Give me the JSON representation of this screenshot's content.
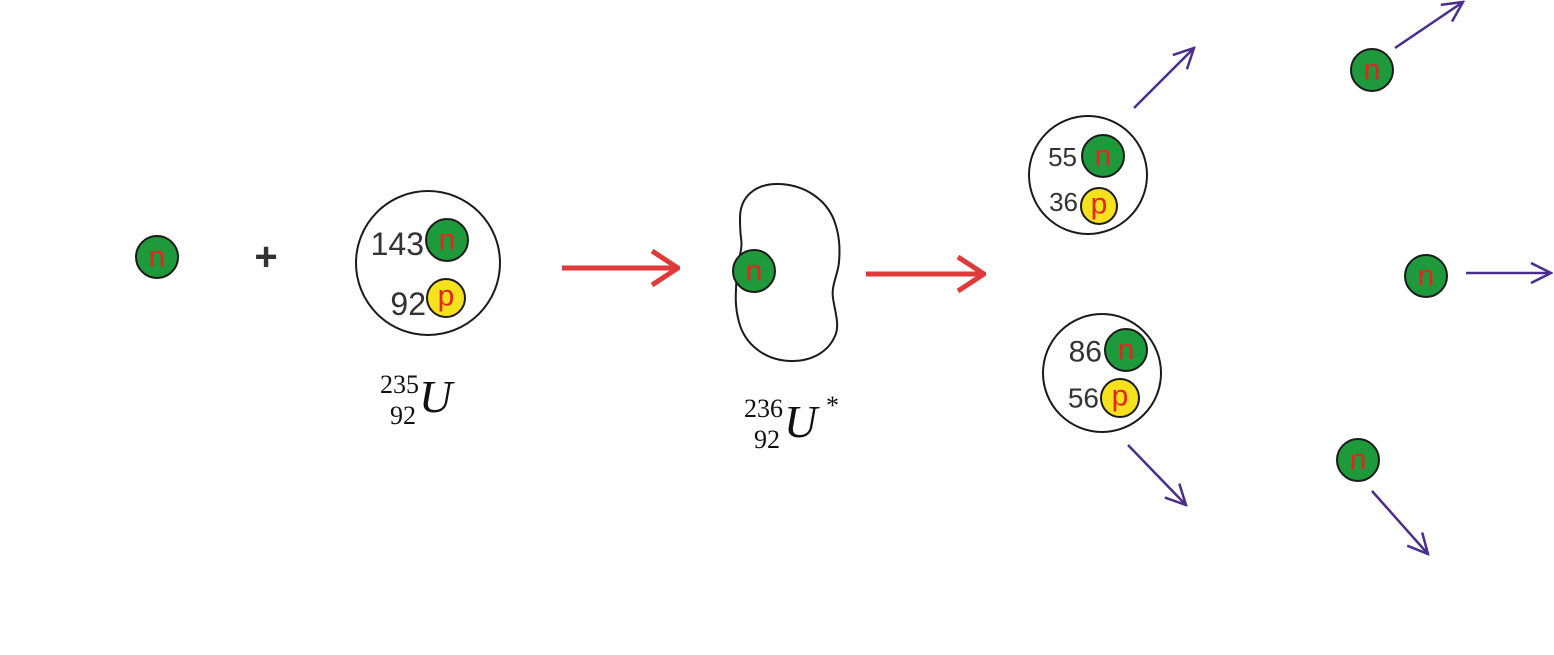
{
  "colors": {
    "neutron_fill": "#1e9a3c",
    "proton_fill": "#f5e11c",
    "particle_letter": "#e8231f",
    "process_arrow": "#e0393a",
    "emission_arrow": "#4a2d8c",
    "nucleus_outline": "#1a1a1a"
  },
  "particles": {
    "neutron_letter": "n",
    "proton_letter": "p"
  },
  "reactants": {
    "plus": "+",
    "u235": {
      "neutron_count": "143",
      "proton_count": "92",
      "symbol": "U",
      "mass_number": "235",
      "atomic_number": "92"
    }
  },
  "compound": {
    "symbol": "U",
    "mass_number": "236",
    "atomic_number": "92",
    "excited_mark": "*"
  },
  "products": {
    "fragment_top": {
      "neutron_count": "55",
      "proton_count": "36"
    },
    "fragment_bottom": {
      "neutron_count": "86",
      "proton_count": "56"
    }
  }
}
